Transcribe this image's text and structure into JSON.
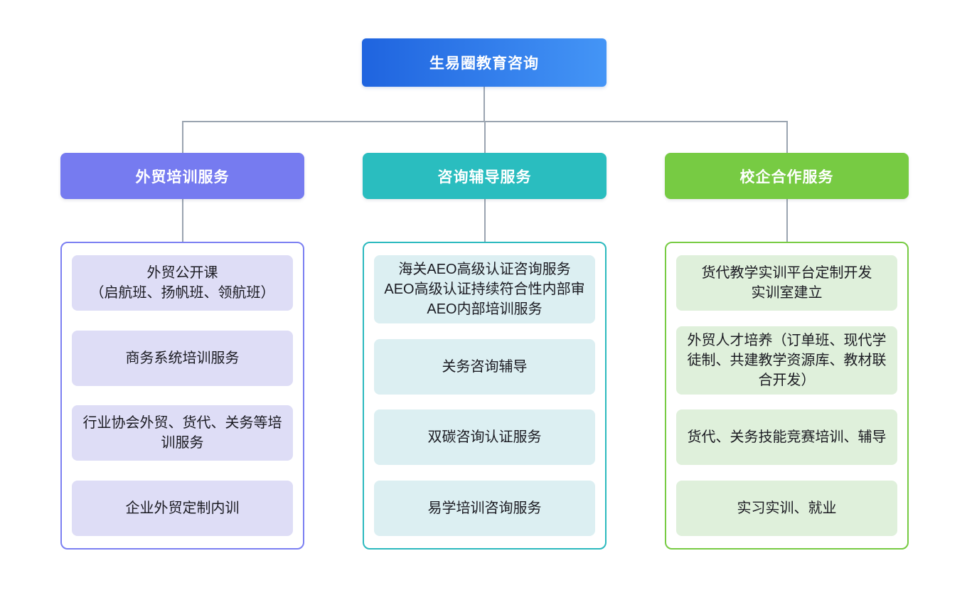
{
  "diagram": {
    "type": "org-chart",
    "root": {
      "label": "生易圈教育咨询"
    },
    "branches": [
      {
        "label": "外贸培训服务",
        "items": [
          "外贸公开课\n（启航班、扬帆班、领航班）",
          "商务系统培训服务",
          "行业协会外贸、货代、关务等培训服务",
          "企业外贸定制内训"
        ]
      },
      {
        "label": "咨询辅导服务",
        "items": [
          "海关AEO高级认证咨询服务\nAEO高级认证持续符合性内部审\nAEO内部培训服务",
          "关务咨询辅导",
          "双碳咨询认证服务",
          "易学培训咨询服务"
        ]
      },
      {
        "label": "校企合作服务",
        "items": [
          "货代教学实训平台定制开发\n实训室建立",
          "外贸人才培养（订单班、现代学徒制、共建教学资源库、教材联合开发）",
          "货代、关务技能竞赛培训、辅导",
          "实习实训、就业"
        ]
      }
    ],
    "colors": {
      "root_gradient_left": "#1F64DF",
      "root_gradient_right": "#4495F6",
      "branch_1_header": "#767BF0",
      "branch_1_border": "#7B7FF2",
      "branch_1_item_bg": "#DEDDF6",
      "branch_2_header": "#2ABDBF",
      "branch_2_border": "#2BB9BE",
      "branch_2_item_bg": "#DCEFF2",
      "branch_3_header": "#77CB43",
      "branch_3_border": "#77CB43",
      "branch_3_item_bg": "#DFF0DB",
      "connector_line": "#9AA4B0",
      "node_text": "#FFFFFF",
      "item_text": "#1B1B22"
    }
  }
}
